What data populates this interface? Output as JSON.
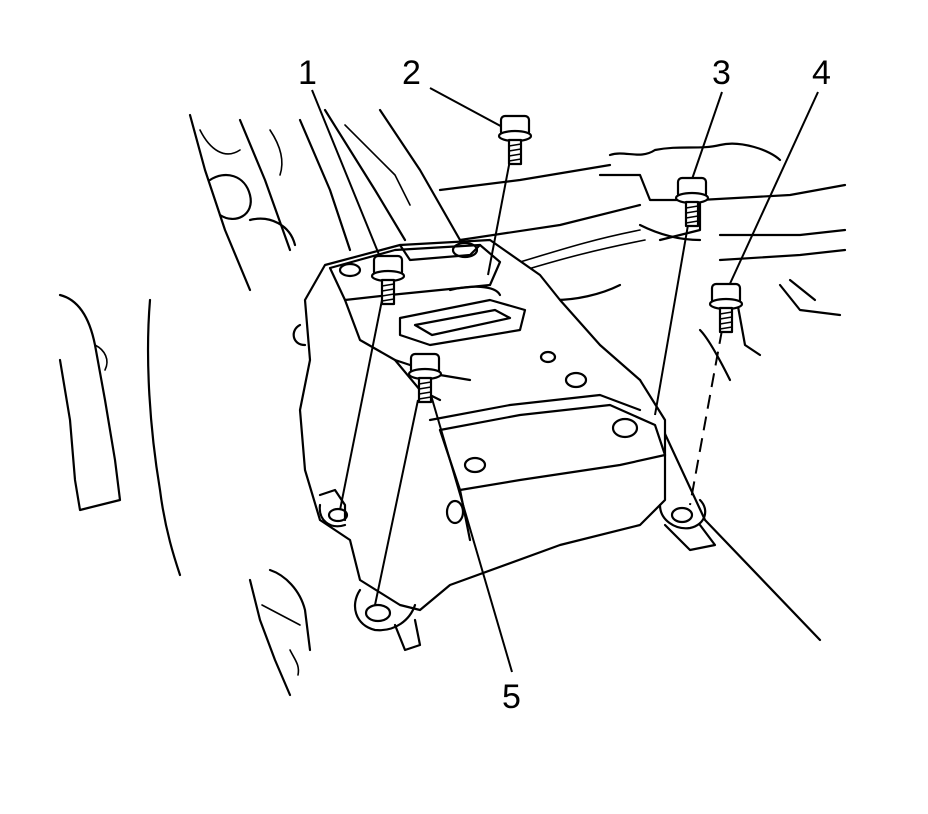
{
  "callouts": [
    {
      "id": "1",
      "label": "1",
      "part": "bolt"
    },
    {
      "id": "2",
      "label": "2",
      "part": "bolt"
    },
    {
      "id": "3",
      "label": "3",
      "part": "bolt"
    },
    {
      "id": "4",
      "label": "4",
      "part": "bolt"
    },
    {
      "id": "5",
      "label": "5",
      "part": "bolt"
    }
  ],
  "colors": {
    "line": "#000000",
    "background": "#ffffff"
  }
}
